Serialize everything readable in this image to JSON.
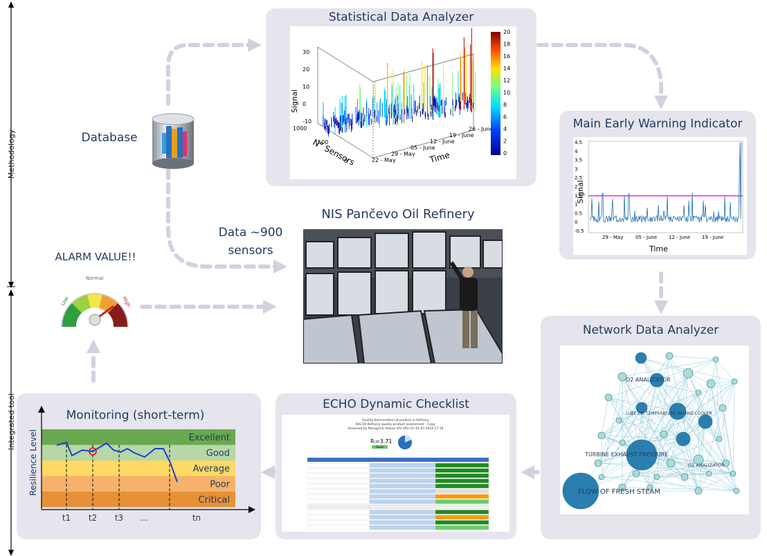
{
  "side_labels": {
    "methodology": "Methodology",
    "integrated_tool": "Integrated tool"
  },
  "database": {
    "label": "Database"
  },
  "statistical": {
    "title": "Statistical Data Analyzer",
    "z_ticks": [
      "30",
      "20",
      "10",
      "0",
      "-10"
    ],
    "z_label": "Signal",
    "y_ticks": [
      "1000",
      "500",
      "0"
    ],
    "y_label": "N° Sensors",
    "x_ticks": [
      "22 - May",
      "29 - May",
      "05 - June",
      "12 - June",
      "19 - June",
      "26 - June"
    ],
    "x_label": "Time",
    "colorbar_ticks": [
      "20",
      "18",
      "16",
      "14",
      "12",
      "10",
      "8",
      "6",
      "4",
      "2",
      "0"
    ]
  },
  "early_warning": {
    "title": "Main Early Warning Indicator",
    "y_ticks": [
      "4.5",
      "4",
      "3.5",
      "3",
      "2.5",
      "2",
      "1.5",
      "1",
      "0.5",
      "0",
      "-0.5"
    ],
    "y_label": "Signal",
    "x_ticks": [
      "29 - May",
      "05 - June",
      "12 - June",
      "19 - June"
    ],
    "x_label": "Time",
    "threshold_color": "#e020e0",
    "line_color": "#1f6fb2"
  },
  "refinery": {
    "title": "NIS Pančevo Oil Refinery",
    "data_line1": "Data ~900",
    "data_line2": "sensors"
  },
  "alarm": {
    "title": "ALARM VALUE!!",
    "labels": [
      "Low",
      "Normal",
      "High"
    ]
  },
  "network": {
    "title": "Network Data Analyzer",
    "node_labels": [
      "O2 ANALIZATOR",
      "LUBE OIL TEMPERATURE BEHIND COOLER",
      "TURBINE EXHAUST PRESSURE",
      "O2 ANALIZATOR",
      "FLOW OF FRESH STEAM"
    ]
  },
  "checklist": {
    "title": "ECHO Dynamic Checklist",
    "head1": "Quality deterioration of product in Refinery",
    "head2": "NIS Oil Refinery quality product assessment - Copy",
    "head3": "Assessed by Maragrine Valena (EU VRI) On 01.07.2019 17:16",
    "ri_label": "Rᵢ=3.71",
    "ri_badge": "Good"
  },
  "monitoring": {
    "title": "Monitoring (short-term)",
    "y_label": "Resilience Level",
    "levels": [
      "Excellent",
      "Good",
      "Average",
      "Poor",
      "Critical"
    ],
    "x_ticks": [
      "t1",
      "t2",
      "t3",
      "...",
      "tn"
    ]
  },
  "colors": {
    "panel": "#e6e4ec",
    "arrow": "#d4d0e0",
    "title_text": "#1f3a5f",
    "excellent": "#6aa84f",
    "good": "#b6d7a8",
    "average": "#ffd966",
    "poor": "#f6b26b",
    "critical": "#e69138"
  }
}
